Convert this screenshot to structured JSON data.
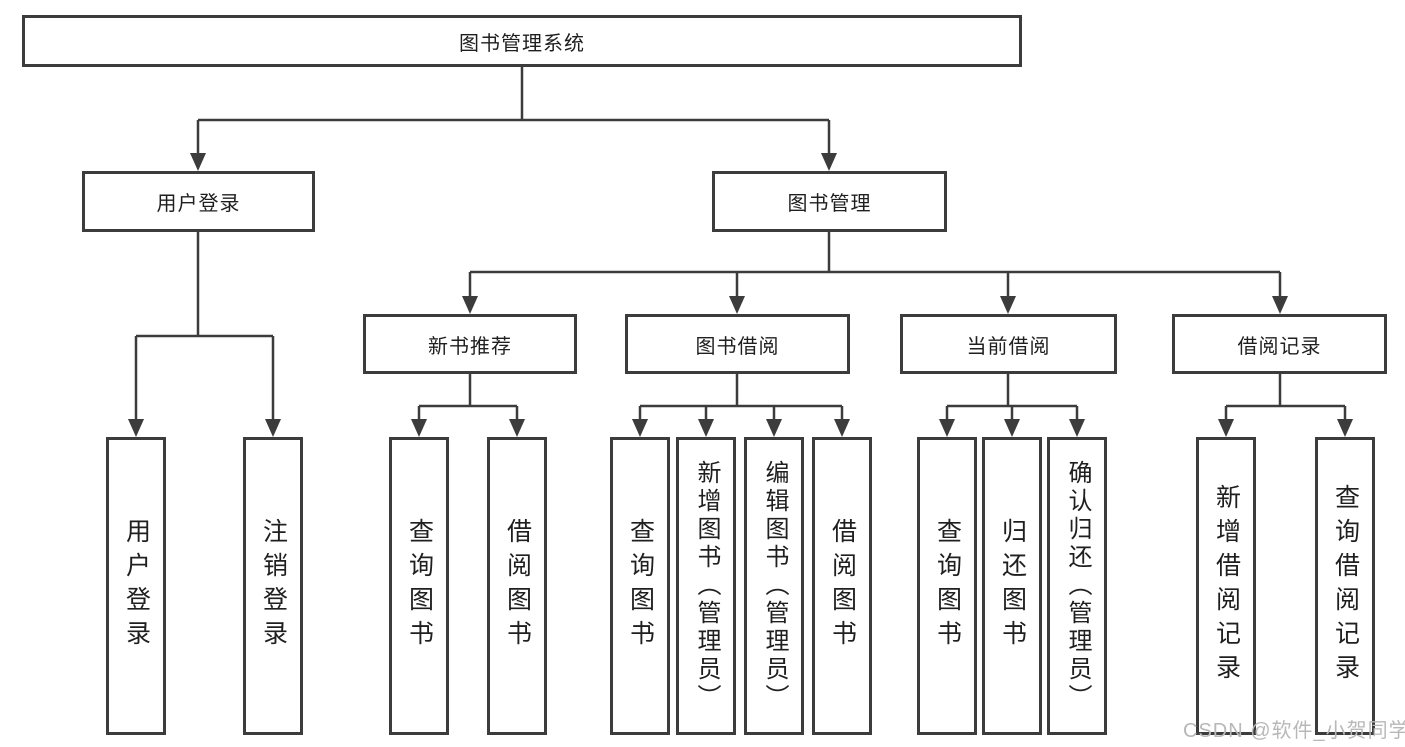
{
  "tree": {
    "root": {
      "label": "图书管理系统",
      "children": [
        {
          "label": "用户登录",
          "children": [
            {
              "label": "用户登录"
            },
            {
              "label": "注销登录"
            }
          ]
        },
        {
          "label": "图书管理",
          "children": [
            {
              "label": "新书推荐",
              "children": [
                {
                  "label": "查询图书"
                },
                {
                  "label": "借阅图书"
                }
              ]
            },
            {
              "label": "图书借阅",
              "children": [
                {
                  "label": "查询图书"
                },
                {
                  "label": "新增图书（管理员）"
                },
                {
                  "label": "编辑图书（管理员）"
                },
                {
                  "label": "借阅图书"
                }
              ]
            },
            {
              "label": "当前借阅",
              "children": [
                {
                  "label": "查询图书"
                },
                {
                  "label": "归还图书"
                },
                {
                  "label": "确认归还（管理员）"
                }
              ]
            },
            {
              "label": "借阅记录",
              "children": [
                {
                  "label": "新增借阅记录"
                },
                {
                  "label": "查询借阅记录"
                }
              ]
            }
          ]
        }
      ]
    }
  },
  "watermark": {
    "text": "CSDN @软件_小贺同学"
  },
  "colors": {
    "line": "#3c3c3c",
    "text": "#1f1f1f",
    "watermark": "#b8b8b8",
    "background": "#ffffff"
  }
}
